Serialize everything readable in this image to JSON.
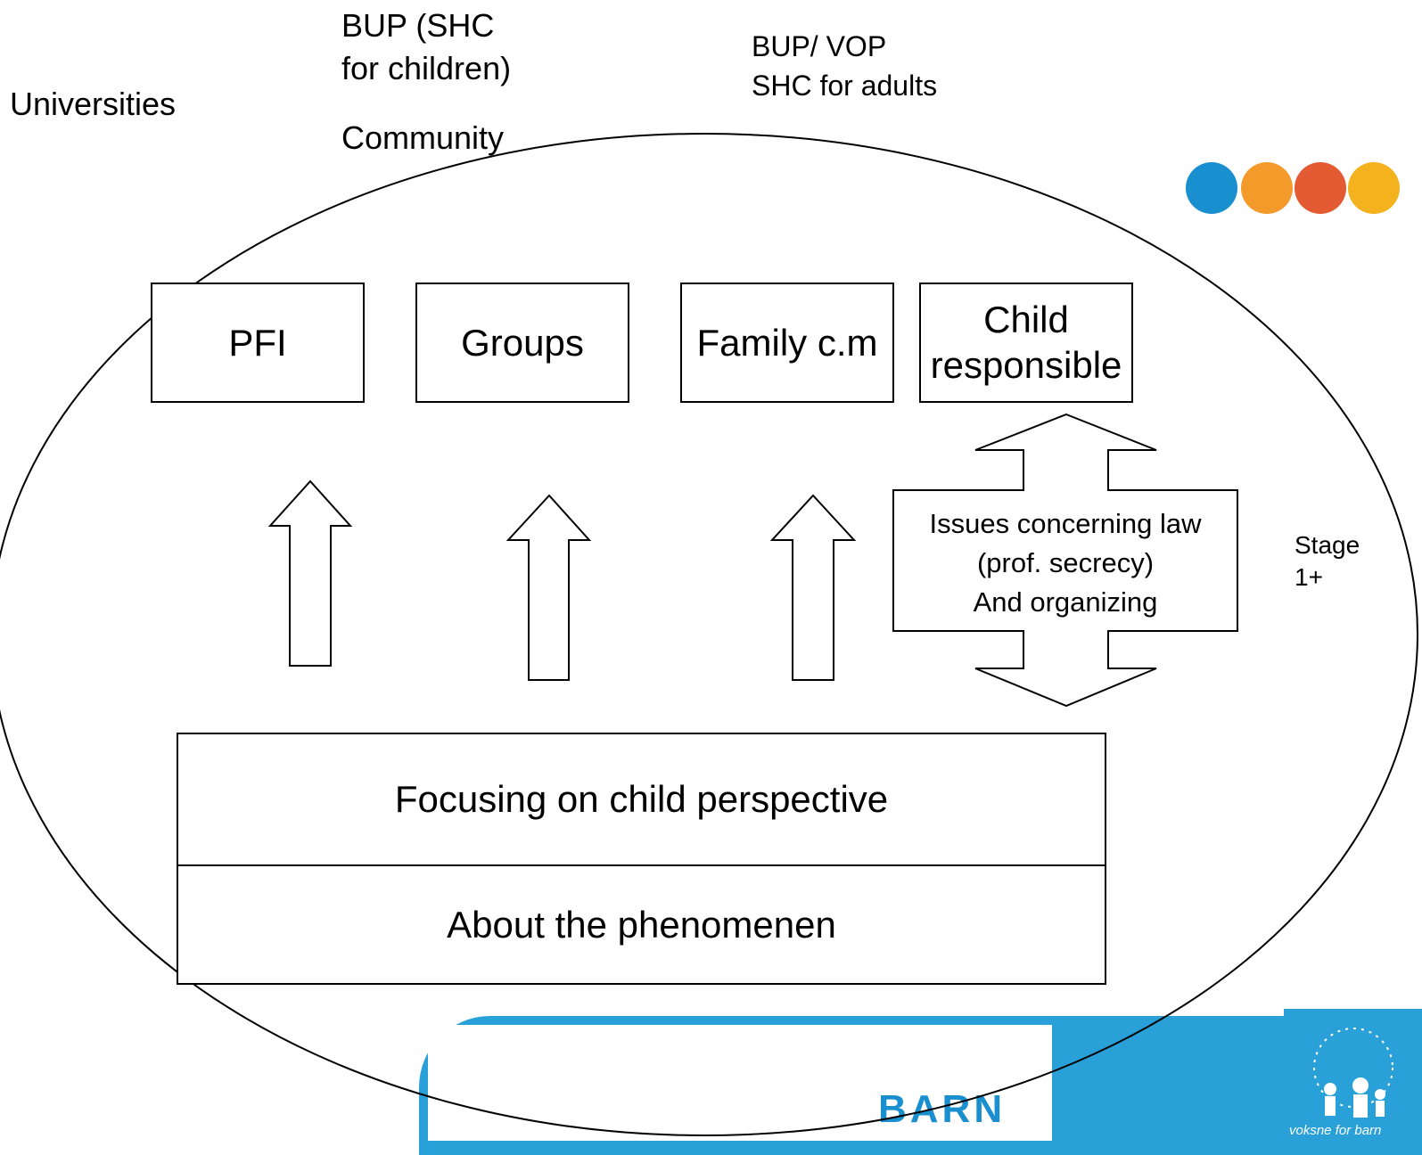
{
  "outer_labels": {
    "universities": "Universities",
    "bup_children_line1": "BUP (SHC",
    "bup_children_line2": "for children)",
    "community": "Community",
    "bup_vop_line1": "BUP/ VOP",
    "bup_vop_line2": "SHC for adults",
    "stage_line1": "Stage",
    "stage_line2": "1+"
  },
  "top_boxes": {
    "pfi": "PFI",
    "groups": "Groups",
    "family": "Family c.m",
    "child_line1": "Child",
    "child_line2": "responsible"
  },
  "issues_box": {
    "line1": "Issues concerning law",
    "line2": "(prof. secrecy)",
    "line3": "And organizing"
  },
  "foundation": {
    "focusing": "Focusing on child perspective",
    "about": "About the phenomenen"
  },
  "branding": {
    "banner_text": "BARN",
    "logo_caption": "voksne for barn",
    "dot_colors": [
      "#1a8fcf",
      "#f39a2b",
      "#e35a33",
      "#f5b21f"
    ],
    "banner_color": "#2aa0d8"
  }
}
